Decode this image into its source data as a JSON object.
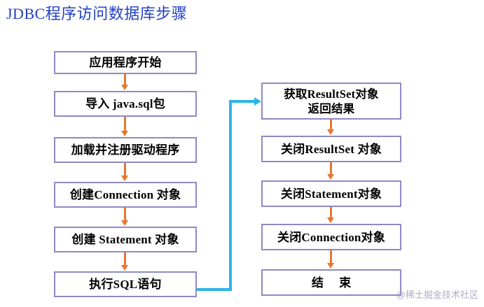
{
  "title": "JDBC程序访问数据库步骤",
  "colors": {
    "title": "#2340c4",
    "box_border": "#8d8ac4",
    "box_fill": "#ffffff",
    "arrow_orange": "#e8762c",
    "arrow_cyan": "#29b6e8",
    "text": "#000000",
    "watermark": "#9a9ab4",
    "background": "#ffffff"
  },
  "watermark": "@稀土掘金技术社区",
  "chart_data": {
    "type": "diagram",
    "title": "JDBC程序访问数据库步骤",
    "left_column": [
      {
        "id": "start",
        "label": "应用程序开始"
      },
      {
        "id": "import",
        "label": "导入 java.sql包"
      },
      {
        "id": "load-driver",
        "label": "加载并注册驱动程序"
      },
      {
        "id": "connection",
        "label": "创建Connection 对象"
      },
      {
        "id": "statement",
        "label": "创建 Statement 对象"
      },
      {
        "id": "execute-sql",
        "label": "执行SQL语句"
      }
    ],
    "right_column": [
      {
        "id": "resultset",
        "label_line1": "获取ResultSet对象",
        "label_line2": "返回结果"
      },
      {
        "id": "close-resultset",
        "label": "关闭ResultSet 对象"
      },
      {
        "id": "close-statement",
        "label": "关闭Statement对象"
      },
      {
        "id": "close-connection",
        "label": "关闭Connection对象"
      },
      {
        "id": "end",
        "label": "结  束"
      }
    ],
    "edges": [
      {
        "from": "start",
        "to": "import",
        "color": "#e8762c"
      },
      {
        "from": "import",
        "to": "load-driver",
        "color": "#e8762c"
      },
      {
        "from": "load-driver",
        "to": "connection",
        "color": "#e8762c"
      },
      {
        "from": "connection",
        "to": "statement",
        "color": "#e8762c"
      },
      {
        "from": "statement",
        "to": "execute-sql",
        "color": "#e8762c"
      },
      {
        "from": "execute-sql",
        "to": "resultset",
        "color": "#29b6e8"
      },
      {
        "from": "resultset",
        "to": "close-resultset",
        "color": "#e8762c"
      },
      {
        "from": "close-resultset",
        "to": "close-statement",
        "color": "#e8762c"
      },
      {
        "from": "close-statement",
        "to": "close-connection",
        "color": "#e8762c"
      },
      {
        "from": "close-connection",
        "to": "end",
        "color": "#e8762c"
      }
    ]
  }
}
